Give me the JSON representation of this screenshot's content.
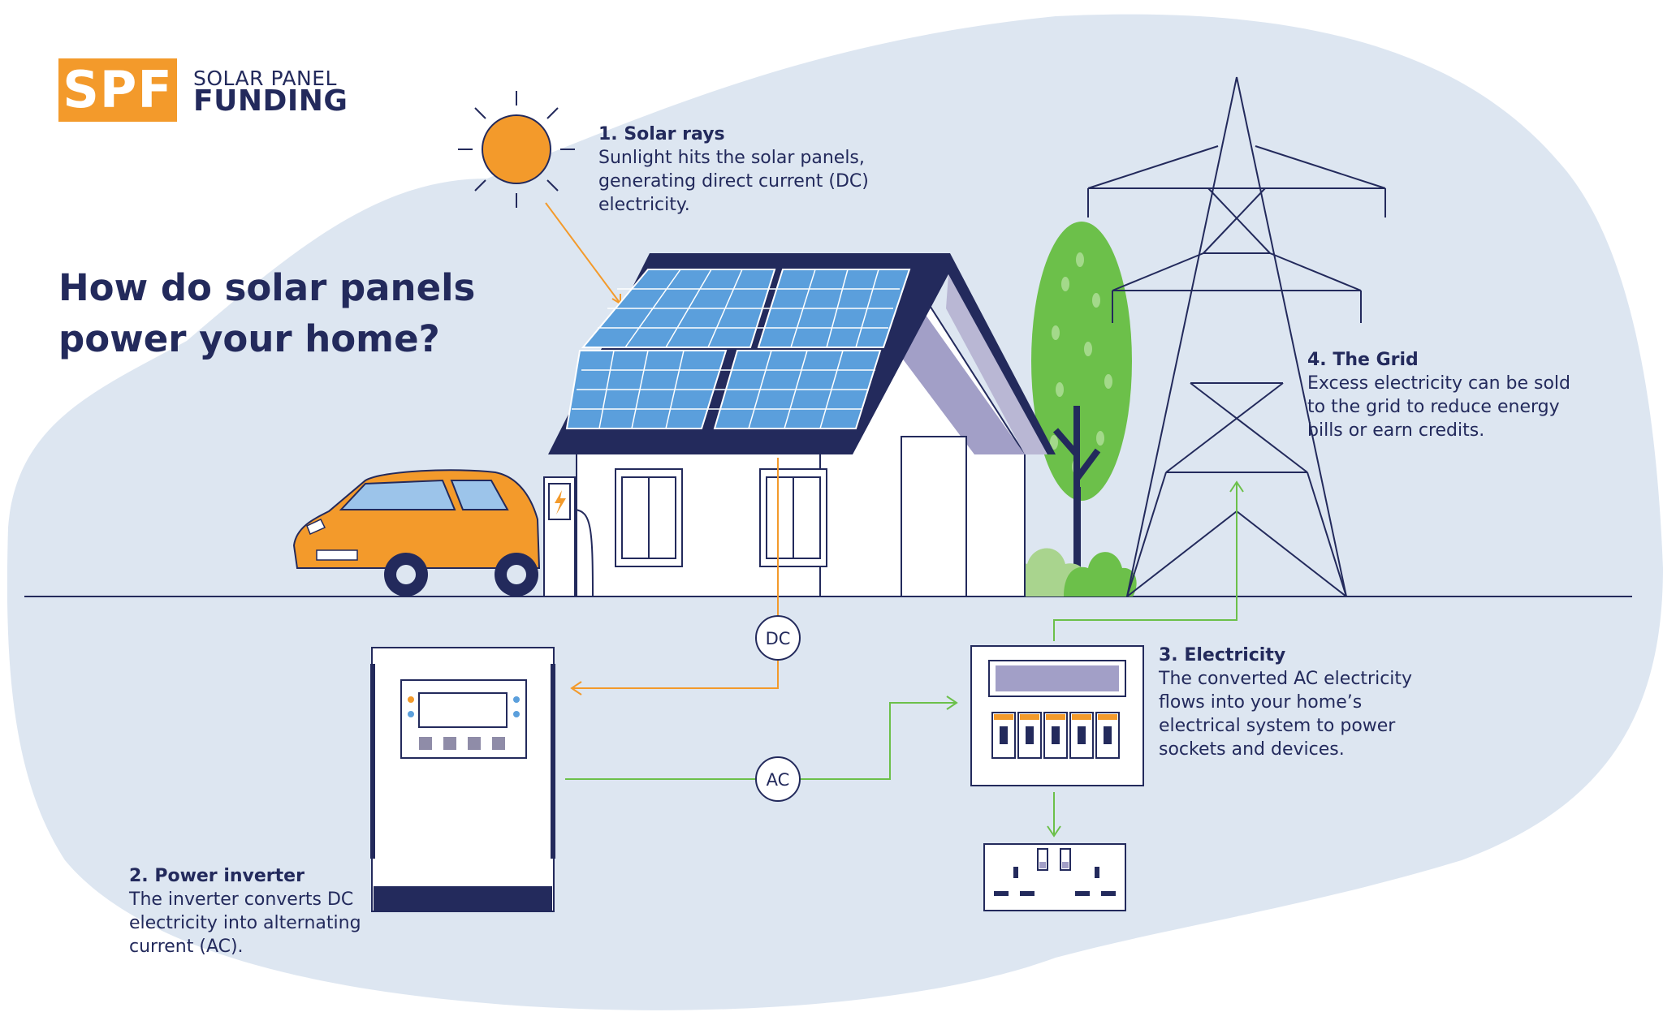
{
  "brand": {
    "logo_mark": "SPF",
    "name_top": "SOLAR PANEL",
    "name_bottom": "FUNDING",
    "color": "#f39a2b"
  },
  "heading": {
    "line1": "How do solar panels",
    "line2": "power your home?"
  },
  "steps": [
    {
      "title": "1. Solar rays",
      "description": "Sunlight hits the solar panels, generating direct current (DC) electricity."
    },
    {
      "title": "2. Power inverter",
      "description": "The inverter converts DC electricity into alternating current (AC)."
    },
    {
      "title": "3. Electricity",
      "description": "The converted AC electricity flows into your home’s electrical system to power sockets and devices."
    },
    {
      "title": "4. The Grid",
      "description": "Excess electricity can be sold to the grid to reduce energy bills or earn credits."
    }
  ],
  "wire_labels": {
    "dc": "DC",
    "ac": "AC"
  },
  "illustrations": [
    "sun-icon",
    "house-icon",
    "solar-panel-icon",
    "electric-car-icon",
    "ev-charger-icon",
    "tree-icon",
    "pylon-icon",
    "power-inverter-icon",
    "consumer-unit-icon",
    "power-socket-icon"
  ],
  "colors": {
    "navy": "#232a5c",
    "orange": "#f39a2b",
    "green": "#6cc04a",
    "panel_blue": "#5b9fdc",
    "background_blob": "#dde6f1"
  }
}
